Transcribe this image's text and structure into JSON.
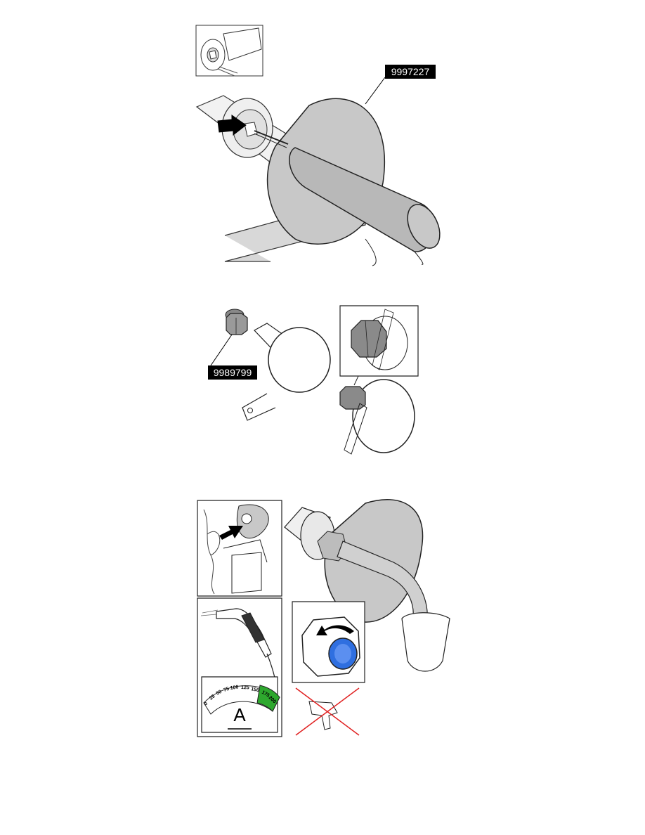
{
  "tool_labels": {
    "top": "9997227",
    "middle": "9989799"
  },
  "weld_gauge": {
    "scale_values": [
      "0",
      "25",
      "50",
      "75",
      "100",
      "125",
      "150",
      "175",
      "200"
    ],
    "highlighted_values": [
      "175",
      "200"
    ],
    "unit": "A",
    "highlight_color": "#2ea82e"
  },
  "colors": {
    "tool_gray": "#c8c8c8",
    "nut_blue": "#2f6fe0",
    "prohibited_red": "#e02020",
    "label_bg": "#000000"
  },
  "icons": [
    "arrow-icon",
    "prohibited-cross-icon",
    "turn-direction-icon"
  ]
}
